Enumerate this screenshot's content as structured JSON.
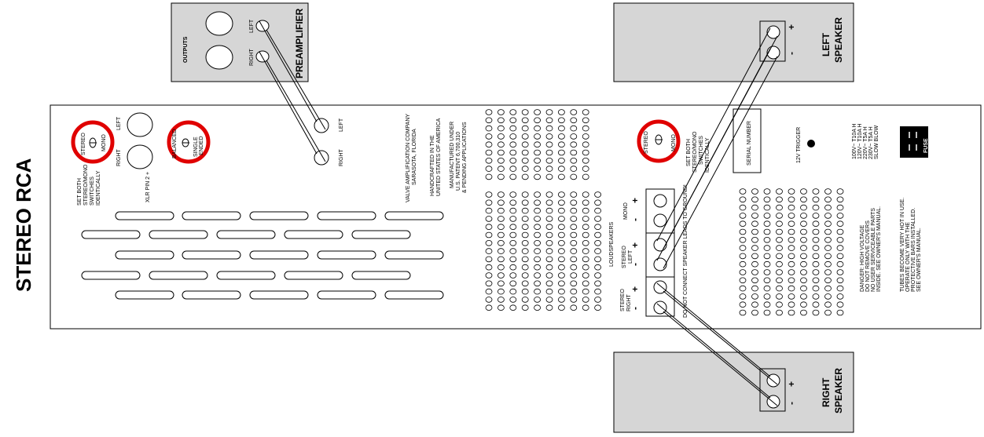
{
  "title": "STEREO RCA",
  "preamp": {
    "title": "PREAMPLIFIER",
    "outputs_label": "OUTPUTS",
    "left": "LEFT",
    "right": "RIGHT"
  },
  "left_speaker": {
    "line1": "LEFT",
    "line2": "SPEAKER",
    "plus": "+",
    "minus": "-"
  },
  "right_speaker": {
    "line1": "RIGHT",
    "line2": "SPEAKER",
    "plus": "+",
    "minus": "-"
  },
  "amp": {
    "set_both_left": [
      "SET BOTH",
      "STEREO/MONO",
      "SWITCHES",
      "IDENTICALLY"
    ],
    "stereo": "STEREO",
    "mono": "MONO",
    "balanced": "BALANCED",
    "single_ended": [
      "SINGLE",
      "ENDED"
    ],
    "xlr_right": "RIGHT",
    "xlr_left": "LEFT",
    "xlr_pin": "XLR PIN 2 +",
    "rca_left": "LEFT",
    "rca_right": "RIGHT",
    "company": [
      "VALVE AMPLIFICATION COMPANY",
      "SARASOTA, FLORIDA"
    ],
    "handcrafted": [
      "HANDCRAFTED IN THE",
      "UNITED STATES OF AMERICA"
    ],
    "patent": [
      "MANUFACTURED UNDER",
      "U.S. PATENT 6,700,310",
      "& PENDING APPLICATIONS"
    ],
    "set_both_right": [
      "SET BOTH",
      "STEREO/MONO",
      "SWITCHES",
      "IDENTICALLY"
    ],
    "stereo2": "STEREO",
    "mono2": "MONO",
    "serial": "SERIAL NUMBER",
    "trigger": "12V TRIGGER",
    "voltages": [
      "100V~ T10A H",
      "120V~ T10A H",
      "220V~ T5A H",
      "230V~ T5A H",
      "SLOW BLOW"
    ],
    "fuse": "FUSE",
    "loudspeakers": "LOUDSPEAKERS",
    "mono_label": "MONO",
    "stereo_left": [
      "STEREO",
      "LEFT"
    ],
    "stereo_right": [
      "STEREO",
      "RIGHT"
    ],
    "plus": "+",
    "minus": "-",
    "ground_warning": "DO NOT CONNECT SPEAKER LEADS TO GROUND!",
    "danger": [
      "DANGER: HIGH VOLTAGE",
      "DO NOT REMOVE COVERS",
      "NO USER SERVICEABLE PARTS",
      "INSIDE. SEE OWNER'S MANUAL."
    ],
    "tubes": [
      "TUBES BECOME VERY HOT IN USE.",
      "OPERATE ONLY WITH THE",
      "PROTECTIVE BARS INSTALLED.",
      "SEE OWNER'S MANUAL."
    ]
  }
}
